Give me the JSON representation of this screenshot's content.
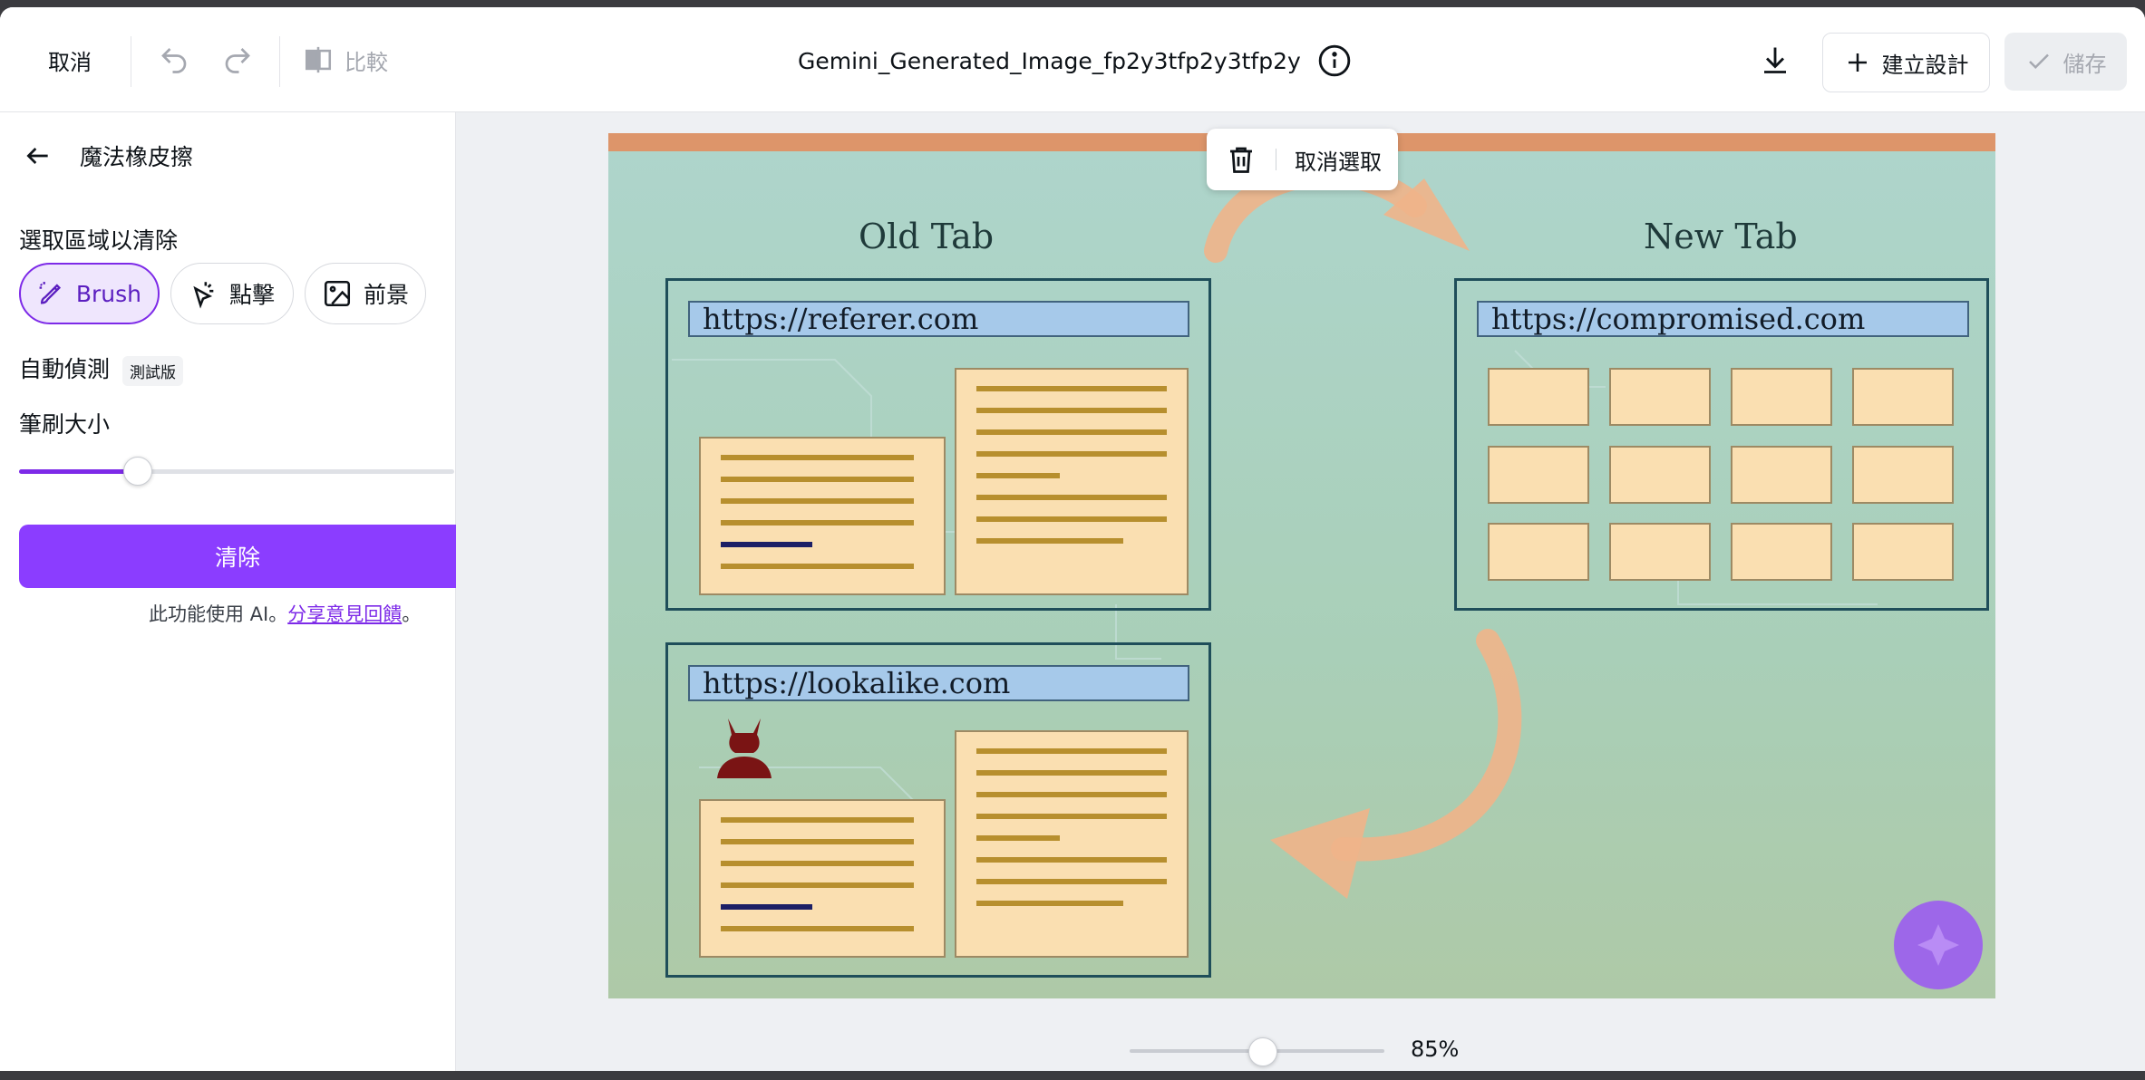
{
  "toolbar": {
    "cancel_label": "取消",
    "compare_label": "比較",
    "file_name": "Gemini_Generated_Image_fp2y3tfp2y3tfp2y",
    "create_design_label": "建立設計",
    "save_label": "儲存"
  },
  "sidebar": {
    "title": "魔法橡皮擦",
    "select_area_label": "選取區域以清除",
    "modes": [
      {
        "label": "Brush",
        "icon": "brush-icon",
        "active": true
      },
      {
        "label": "點擊",
        "icon": "magic-click-icon",
        "active": false
      },
      {
        "label": "前景",
        "icon": "image-icon",
        "active": false
      }
    ],
    "auto_detect_label": "自動偵測",
    "beta_badge": "測試版",
    "brush_size_label": "筆刷大小",
    "brush_size_fraction": 0.27,
    "erase_button_label": "清除",
    "ai_note_prefix": "此功能使用 AI。",
    "feedback_link": "分享意見回饋",
    "ai_note_suffix": "。"
  },
  "selection_toolbar": {
    "deselect_label": "取消選取"
  },
  "canvas_image": {
    "left_title": "Old Tab",
    "right_title": "New Tab",
    "url_referer": "https://referer.com",
    "url_compromised": "https://compromised.com",
    "url_lookalike": "https://lookalike.com"
  },
  "zoom": {
    "label": "85%",
    "fraction": 0.52
  },
  "colors": {
    "accent": "#8b3dff",
    "accent_dark": "#7d2ae8",
    "canvas_top_strip": "#dd956a"
  }
}
